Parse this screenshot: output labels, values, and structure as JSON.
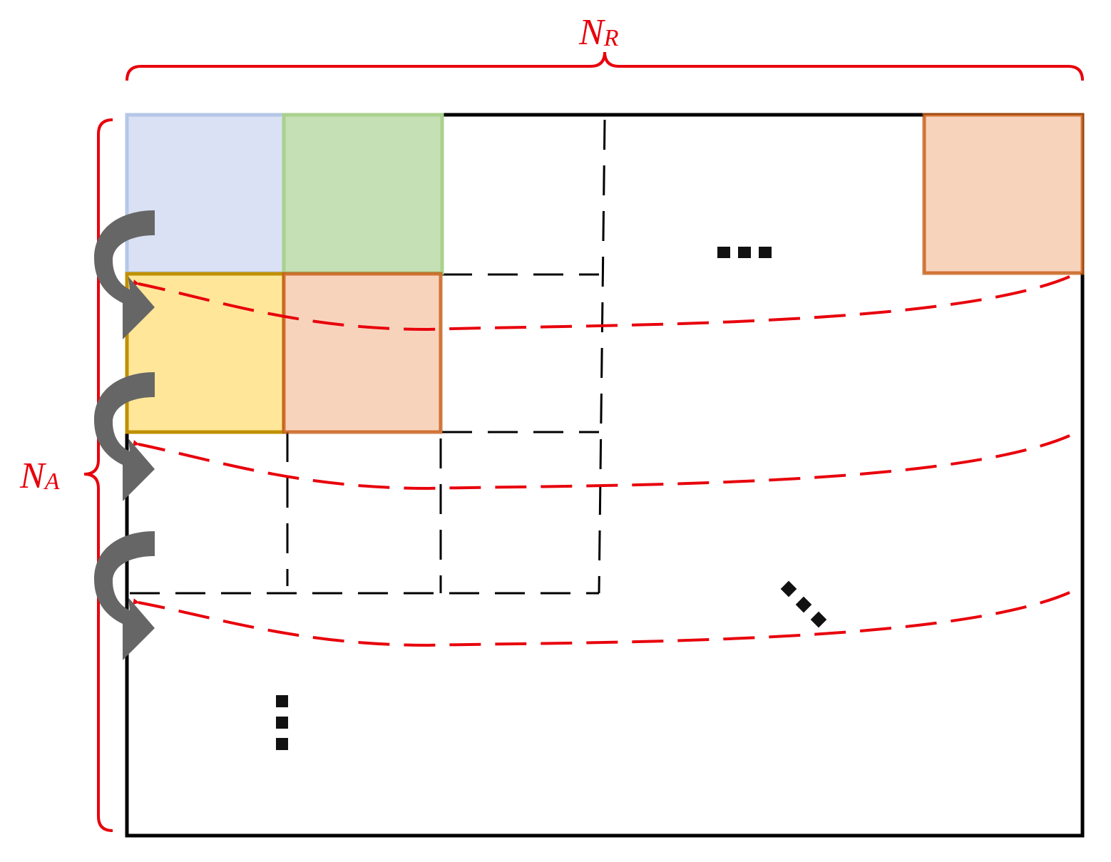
{
  "labels": {
    "range_main": "N",
    "range_sub": "R",
    "azimuth_main": "N",
    "azimuth_sub": "A"
  },
  "colors": {
    "annotation": "#e8000b",
    "blue_fill": "#dae1f4",
    "blue_stroke": "#b4c7e7",
    "green_fill": "#c5e0b4",
    "green_stroke": "#a9d18e",
    "yellow_fill": "#ffe699",
    "yellow_stroke": "#bf9000",
    "orange_fill": "#f8d3bc",
    "orange_stroke": "#c55a11",
    "grid": "#000000",
    "curl_arrow": "#666666"
  }
}
